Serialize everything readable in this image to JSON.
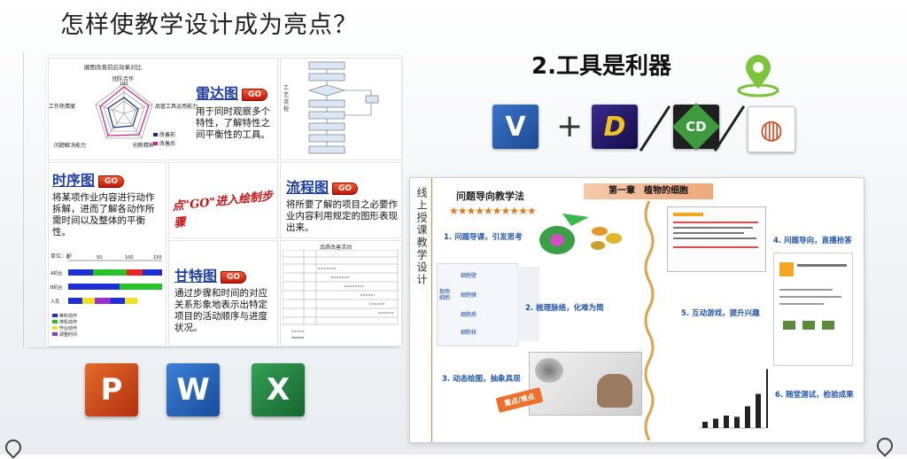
{
  "page": {
    "title": "怎样使教学设计成为亮点？",
    "tools_title": "2.工具是利器",
    "plus": "+"
  },
  "left": {
    "radar": {
      "chart_title": "圈图改善前后效果对比",
      "title": "雷达图",
      "go": "GO",
      "desc": "用于同时观察多个特性，了解特性之间平衡性的工具。",
      "axis_labels": [
        "团队合作",
        "品管工具运用能力",
        "创新精神",
        "问题解决能力",
        "工作热情度"
      ],
      "scale_top": "100",
      "legend_before": "改善前",
      "legend_after": "改善后"
    },
    "flow_small": {
      "side_text": "工艺流程"
    },
    "timing": {
      "title": "时序图",
      "go": "GO",
      "desc": "将某项作业内容进行动作拆解，进而了解各动作所需时间以及整体的平衡性。",
      "unit": "单位：秒",
      "ticks": [
        "0",
        "50",
        "100",
        "150"
      ],
      "rows": [
        "A机台",
        "B机台",
        "人员"
      ],
      "legend": [
        "等料动作",
        "停机动作",
        "作业动作",
        "调整时间"
      ]
    },
    "center": {
      "slogan": "点\"GO\"进入绘制步骤"
    },
    "flowchart": {
      "title": "流程图",
      "go": "GO",
      "desc": "将所要了解的项目之必要作业内容利用规定的图形表现出来。"
    },
    "gantt": {
      "title": "甘特图",
      "go": "GO",
      "desc": "通过步骤和时间的对应关系形象地表示出特定项目的活动顺序与进度状况。",
      "table_title": "品质改善活动"
    }
  },
  "office_apps": [
    {
      "name": "PowerPoint",
      "letter": "P",
      "color": "#c8401b"
    },
    {
      "name": "Word",
      "letter": "W",
      "color": "#1f5fb5"
    },
    {
      "name": "Excel",
      "letter": "X",
      "color": "#1e7a3a"
    }
  ],
  "tools": [
    {
      "name": "Visio",
      "letter": "V",
      "color": "#2b5fb0"
    },
    {
      "name": "Flash",
      "letter": "D",
      "color": "#2a1e6e"
    },
    {
      "name": "ChemDraw",
      "letter": "CD",
      "color": "#2e7d32"
    },
    {
      "name": "Chart",
      "letter": "◍",
      "color": "#ffffff"
    }
  ],
  "right": {
    "vertical_label": "线上授课教学设计",
    "method_title": "问题导向教学法",
    "stars": "★★★★★★★★★★",
    "chapter": "第一章　植物的细胞",
    "steps": [
      "1. 问题导课，引发思考",
      "2. 梳理脉络，化难为简",
      "3. 动态绘图，抽象具现",
      "4. 问题导向，直播抢答",
      "5. 互动游戏，提升兴趣",
      "6. 随堂测试，检验成果"
    ],
    "mindmap_root": "植物细胞",
    "mindmap_nodes": [
      "细胞壁",
      "细胞膜",
      "细胞质",
      "细胞核"
    ],
    "key_badge": "重点/难点",
    "chart_bars": [
      0.1,
      0.15,
      0.2,
      0.18,
      0.35,
      0.55,
      0.95
    ]
  }
}
